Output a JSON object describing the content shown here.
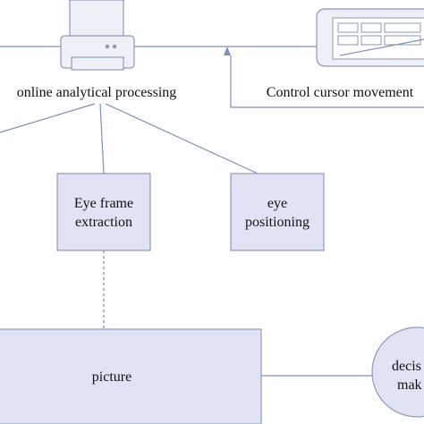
{
  "colors": {
    "box_fill": "#dfe3f3",
    "box_stroke": "#8f98bb",
    "line": "#7e8fb7",
    "dashed_line": "#6f85b6",
    "device_fill": "#eef0f7",
    "device_stroke": "#8f98bb",
    "text": "#111111"
  },
  "labels": {
    "olap": "online analytical processing",
    "control": "Control cursor movement",
    "eye_frame": [
      "Eye frame",
      "extraction"
    ],
    "eye_positioning": [
      "eye",
      "positioning"
    ],
    "picture": "picture",
    "decision": [
      "decis",
      "mak"
    ]
  },
  "icons": {
    "printer": "printer-icon",
    "tablet": "tablet-icon"
  }
}
